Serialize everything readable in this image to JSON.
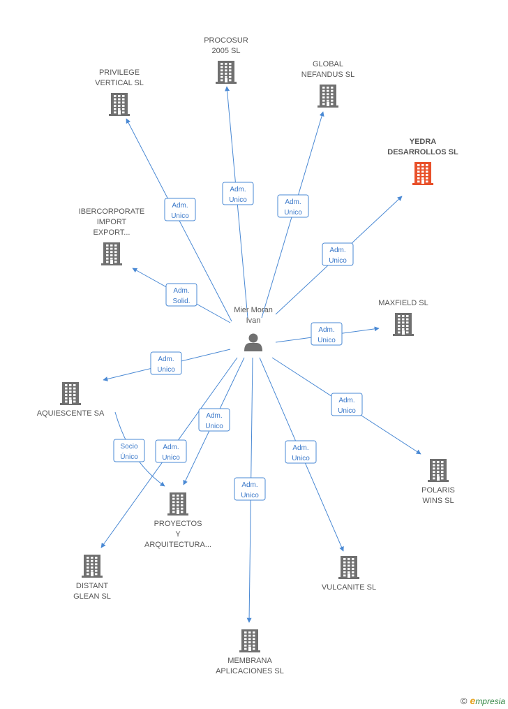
{
  "center": {
    "label_lines": [
      "Mier Moran",
      "Ivan"
    ],
    "icon": "person-icon"
  },
  "colors": {
    "edge": "#4a89d4",
    "building": "#707070",
    "highlight": "#e8502a"
  },
  "companies": [
    {
      "id": "procosur",
      "label_lines": [
        "PROCOSUR",
        "2005 SL"
      ],
      "highlight": false
    },
    {
      "id": "privilege",
      "label_lines": [
        "PRIVILEGE",
        "VERTICAL  SL"
      ],
      "highlight": false
    },
    {
      "id": "global",
      "label_lines": [
        "GLOBAL",
        "NEFANDUS SL"
      ],
      "highlight": false
    },
    {
      "id": "yedra",
      "label_lines": [
        "YEDRA",
        "DESARROLLOS SL"
      ],
      "highlight": true
    },
    {
      "id": "ibercorporate",
      "label_lines": [
        "IBERCORPORATE",
        "IMPORT",
        "EXPORT..."
      ],
      "highlight": false
    },
    {
      "id": "maxfield",
      "label_lines": [
        "MAXFIELD SL"
      ],
      "highlight": false
    },
    {
      "id": "aquiescente",
      "label_lines": [
        "AQUIESCENTE SA"
      ],
      "highlight": false
    },
    {
      "id": "polaris",
      "label_lines": [
        "POLARIS",
        "WINS  SL"
      ],
      "highlight": false
    },
    {
      "id": "proyectos",
      "label_lines": [
        "PROYECTOS",
        "Y",
        "ARQUITECTURA..."
      ],
      "highlight": false
    },
    {
      "id": "distant",
      "label_lines": [
        "DISTANT",
        "GLEAN  SL"
      ],
      "highlight": false
    },
    {
      "id": "vulcanite",
      "label_lines": [
        "VULCANITE SL"
      ],
      "highlight": false
    },
    {
      "id": "membrana",
      "label_lines": [
        "MEMBRANA",
        "APLICACIONES SL"
      ],
      "highlight": false
    }
  ],
  "edges": [
    {
      "target": "privilege",
      "role_lines": [
        "Adm.",
        "Unico"
      ]
    },
    {
      "target": "procosur",
      "role_lines": [
        "Adm.",
        "Unico"
      ]
    },
    {
      "target": "global",
      "role_lines": [
        "Adm.",
        "Unico"
      ]
    },
    {
      "target": "yedra",
      "role_lines": [
        "Adm.",
        "Unico"
      ]
    },
    {
      "target": "ibercorporate",
      "role_lines": [
        "Adm.",
        "Solid."
      ]
    },
    {
      "target": "maxfield",
      "role_lines": [
        "Adm.",
        "Unico"
      ]
    },
    {
      "target": "aquiescente",
      "role_lines": [
        "Adm.",
        "Unico"
      ]
    },
    {
      "target": "polaris",
      "role_lines": [
        "Adm.",
        "Unico"
      ]
    },
    {
      "target": "proyectos",
      "role_lines": [
        "Adm.",
        "Unico"
      ]
    },
    {
      "target": "distant",
      "role_lines": [
        "Adm.",
        "Unico"
      ]
    },
    {
      "target": "vulcanite",
      "role_lines": [
        "Adm.",
        "Unico"
      ]
    },
    {
      "target": "membrana",
      "role_lines": [
        "Adm.",
        "Unico"
      ]
    },
    {
      "source": "aquiescente",
      "target": "proyectos",
      "role_lines": [
        "Socio",
        "Único"
      ]
    }
  ],
  "brand": {
    "copyright": "©",
    "first": "e",
    "rest": "mpresia"
  }
}
